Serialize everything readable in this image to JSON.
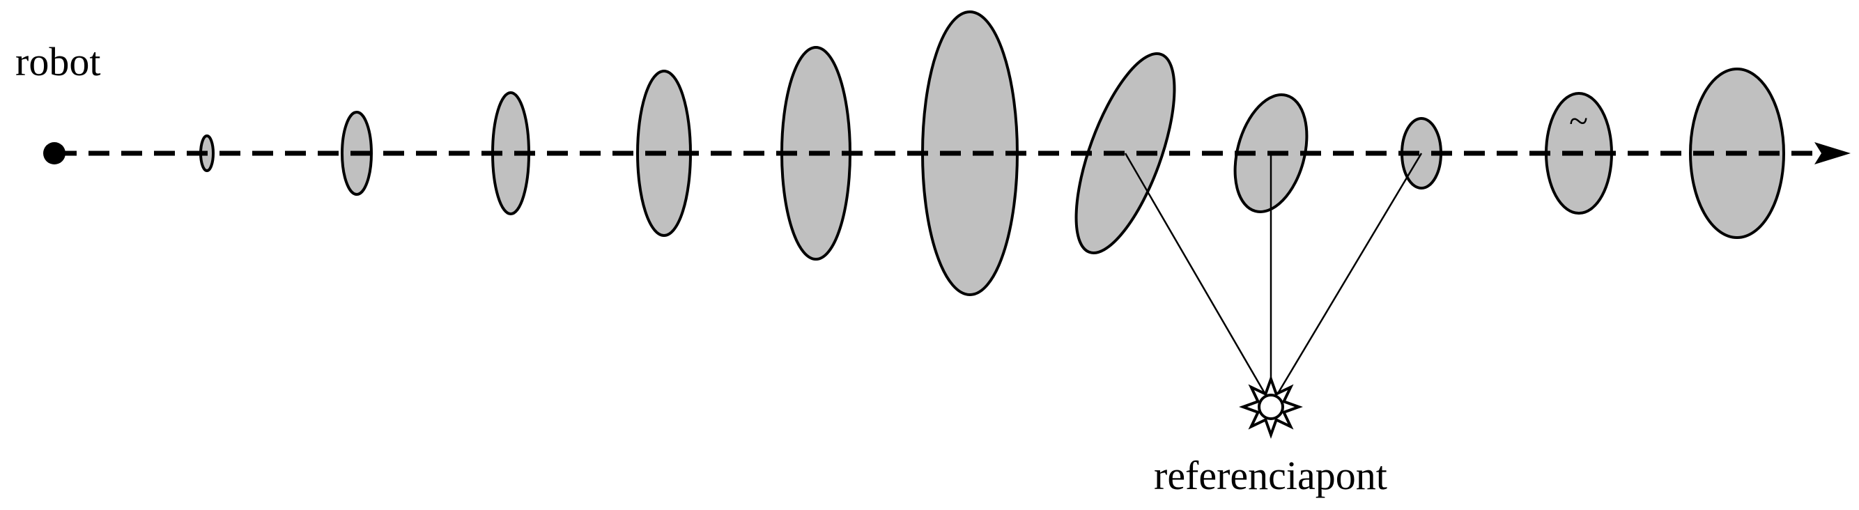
{
  "labels": {
    "robot": "robot",
    "reference_point": "referenciapont",
    "tilde": "~"
  },
  "colors": {
    "ellipse_fill": "#c0c0c0",
    "stroke": "#000000",
    "background": "#ffffff"
  },
  "icons": {
    "robot_marker": "filled-circle-icon",
    "reference_point_marker": "star-icon",
    "direction_arrow": "arrowhead-icon"
  },
  "uncertainty_ellipses_count": 11,
  "reference_observations_count": 3
}
